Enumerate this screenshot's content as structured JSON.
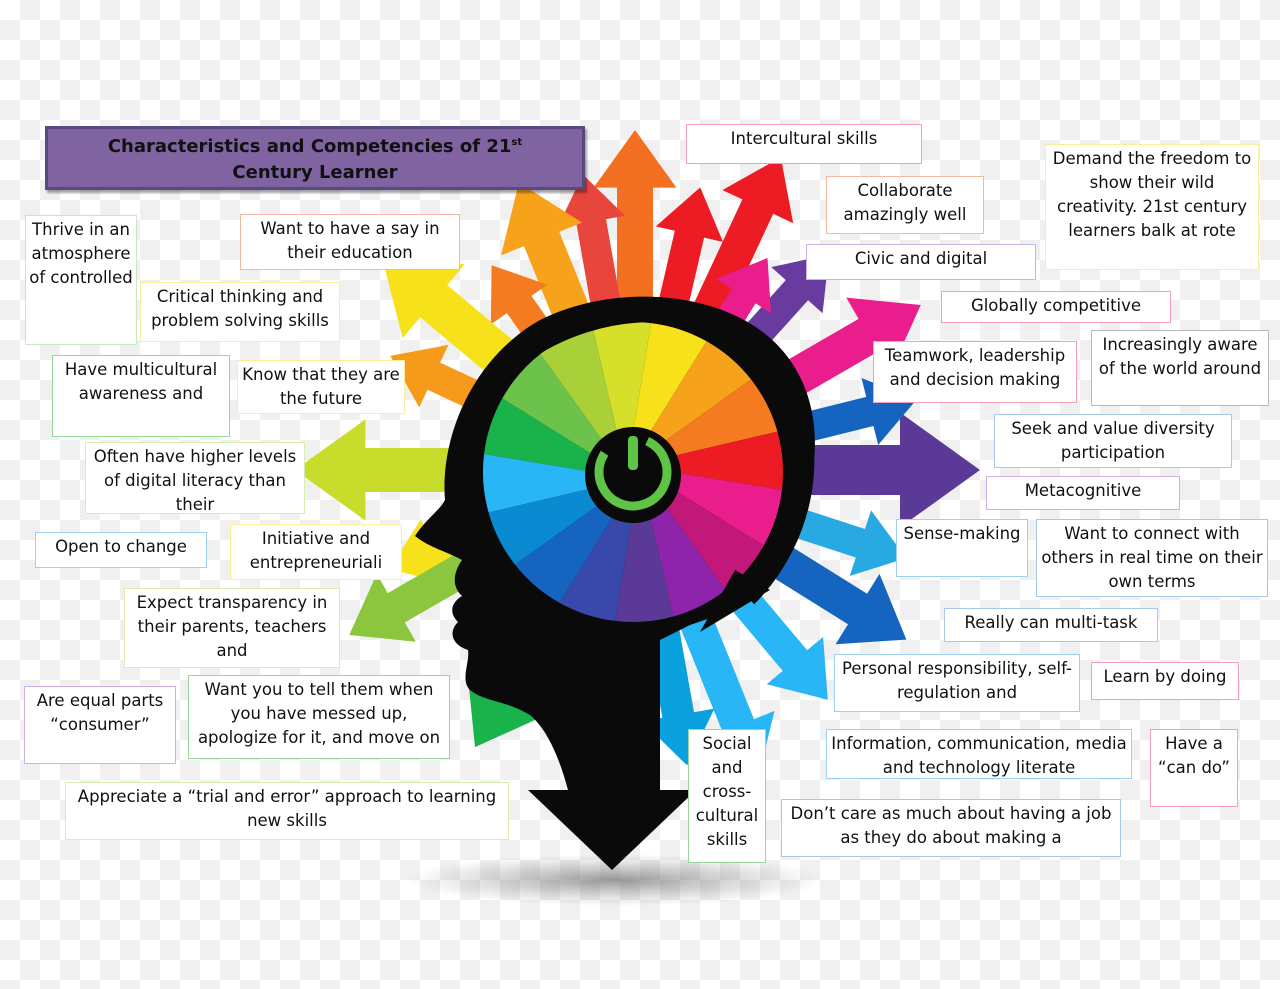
{
  "title": {
    "main": "Characteristics and Competencies of 21",
    "sup": "st",
    "line2": "Century Learner"
  },
  "center_icon": "power-button-icon",
  "colors": {
    "title_bg": "#8064a2",
    "head": "#0a0a0a",
    "power_green": "#5fc345"
  },
  "labels": {
    "thrive": "Thrive in an atmosphere of controlled",
    "say": "Want to have a say in their education",
    "critical": "Critical thinking and problem solving skills",
    "multicultural": "Have multicultural awareness and",
    "future": "Know that they are the future",
    "digital_lit": "Often have higher levels of digital literacy than their",
    "open": "Open to change",
    "initiative": "Initiative and entrepreneuriali",
    "transparency": "Expect transparency in their parents, teachers and",
    "equal": "Are equal parts “consumer”",
    "messed": "Want you to tell them when you have messed up, apologize for it, and move on",
    "trial": "Appreciate a “trial and error” approach to learning new skills",
    "intercultural": "Intercultural skills",
    "collaborate": "Collaborate amazingly well",
    "civic": "Civic and digital",
    "demand": "Demand the freedom to show their wild creativity. 21st century learners balk at rote",
    "global": "Globally competitive",
    "teamwork": "Teamwork, leadership and decision making",
    "aware": "Increasingly aware of the world around",
    "diversity": "Seek and value diversity participation",
    "meta": "Metacognitive",
    "sense": "Sense-making",
    "connect": "Want to connect with others in real time on their own terms",
    "multitask": "Really can multi-task",
    "personal": "Personal responsibility, self-regulation and",
    "learnby": "Learn by doing",
    "social": "Social and cross-cultural skills",
    "info": "Information, communication, media and technology literate",
    "cando": "Have a “can do”",
    "job": "Don’t care as much about having a job as they do about making a"
  }
}
